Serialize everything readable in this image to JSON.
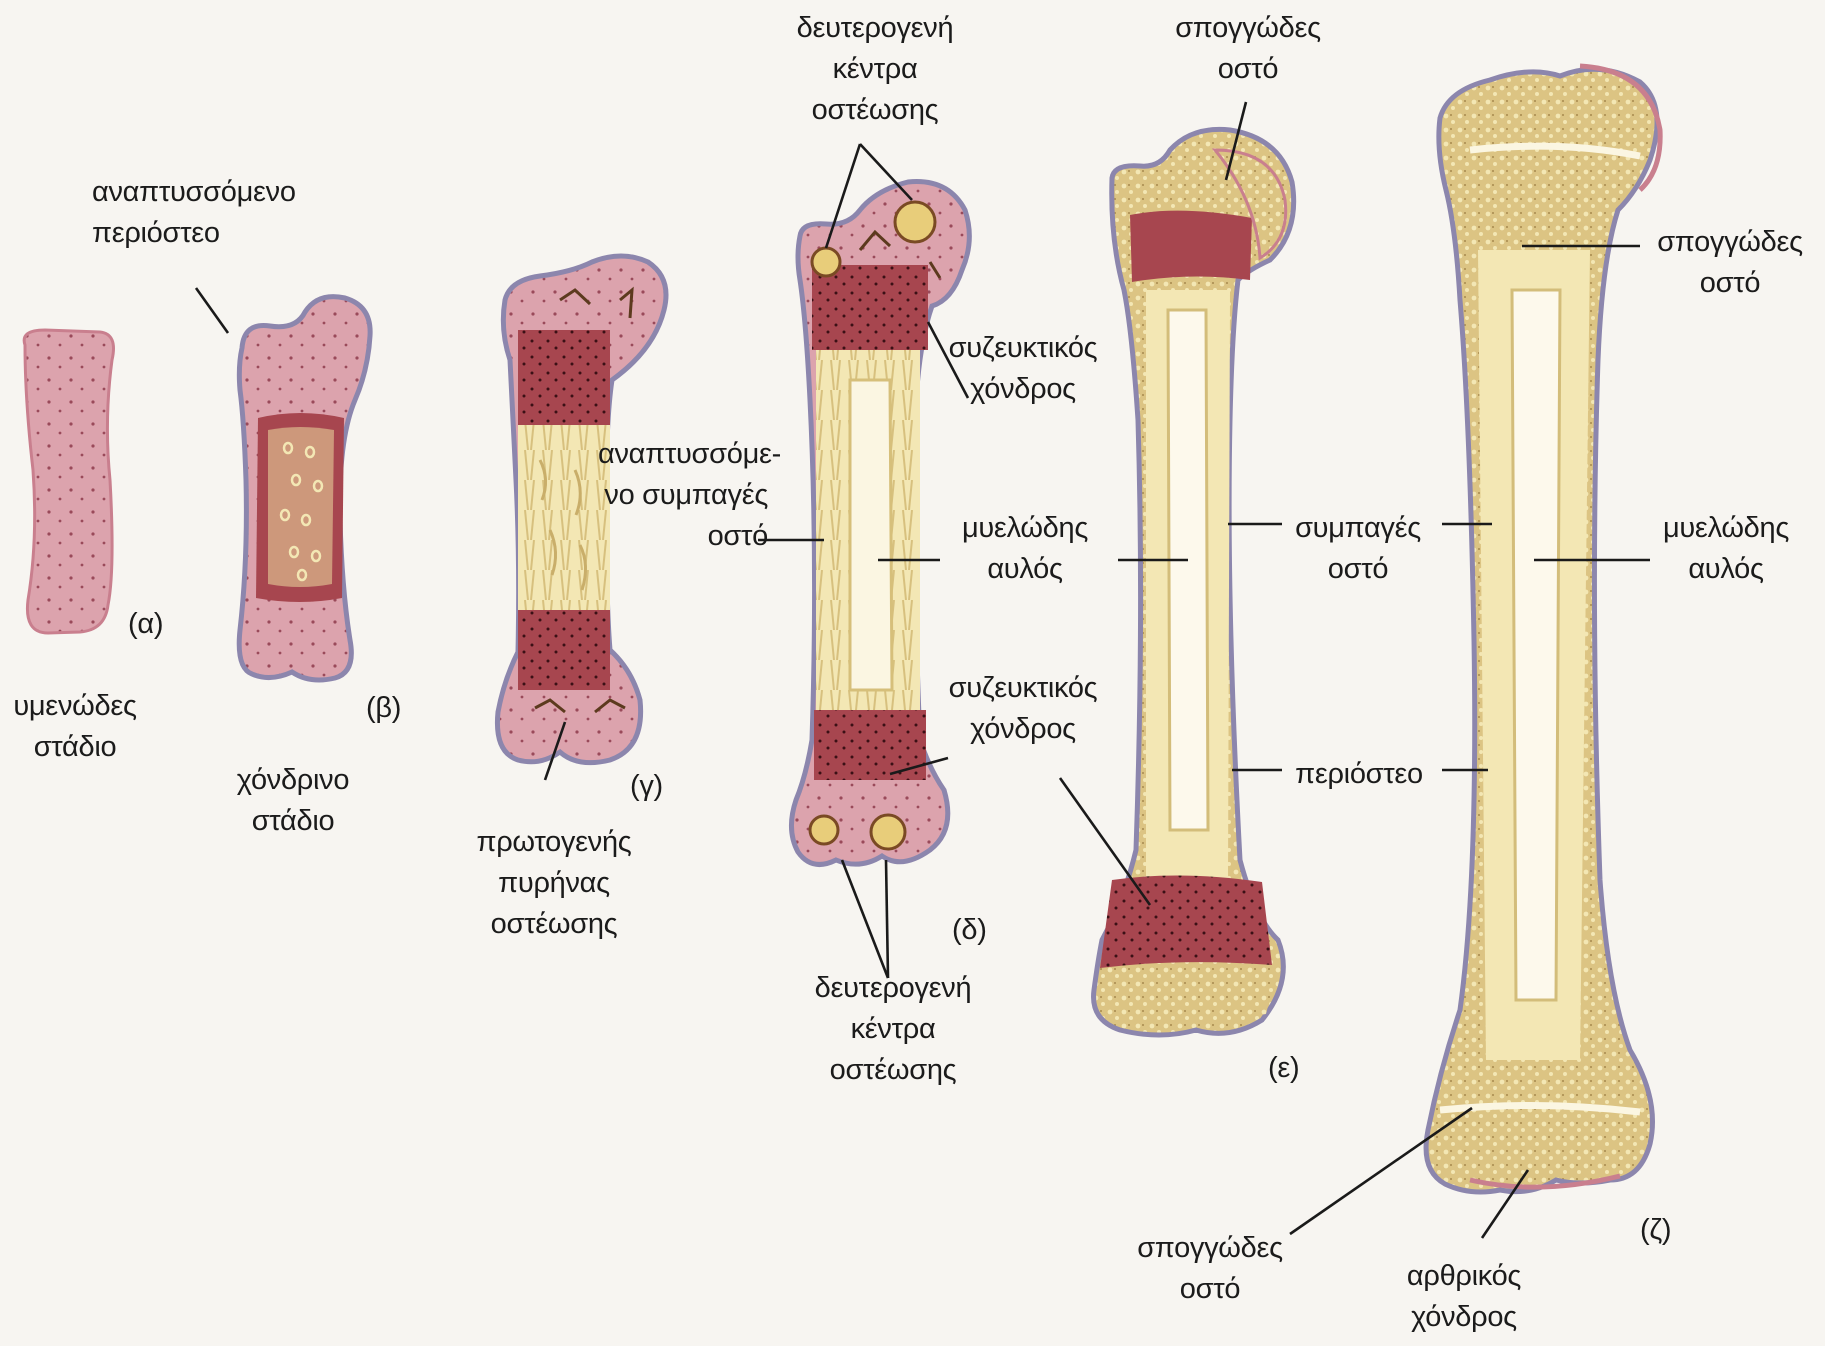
{
  "colors": {
    "background": "#f7f5f1",
    "cartilage": "#dca3ad",
    "cartilage_edge": "#c97f8e",
    "growth_plate": "#a7464f",
    "bone": "#f3e7b4",
    "spongy": "#dcc483",
    "periosteum": "#8c86ad",
    "label": "#1b1b1b"
  },
  "stage_tags": {
    "a": "(α)",
    "b": "(β)",
    "g": "(γ)",
    "d": "(δ)",
    "e": "(ε)",
    "z": "(ζ)"
  },
  "labels": {
    "membranous_stage": [
      "υμενώδες",
      "στάδιο"
    ],
    "developing_periosteum": [
      "αναπτυσσόμενο",
      "περιόστεο"
    ],
    "cartilage_stage": [
      "χόνδρινο",
      "στάδιο"
    ],
    "primary_center": [
      "πρωτογενής",
      "πυρήνας",
      "οστέωσης"
    ],
    "secondary_centers_top": [
      "δευτερογενή",
      "κέντρα",
      "οστέωσης"
    ],
    "secondary_centers_bottom": [
      "δευτερογενή",
      "κέντρα",
      "οστέωσης"
    ],
    "epiphyseal_cartilage_top": [
      "συζευκτικός",
      "χόνδρος"
    ],
    "epiphyseal_cartilage_bottom": [
      "συζευκτικός",
      "χόνδρος"
    ],
    "developing_compact": [
      "αναπτυσσόμε-",
      "νο συμπαγές",
      "οστό"
    ],
    "marrow_cavity_mid": [
      "μυελώδης",
      "αυλός"
    ],
    "spongy_top_e": [
      "σπογγώδες",
      "οστό"
    ],
    "compact_bone": [
      "συμπαγές",
      "οστό"
    ],
    "periosteum": [
      "περιόστεο"
    ],
    "spongy_right": [
      "σπογγώδες",
      "οστό"
    ],
    "marrow_cavity_right": [
      "μυελώδης",
      "αυλός"
    ],
    "spongy_bottom": [
      "σπογγώδες",
      "οστό"
    ],
    "articular_cartilage": [
      "αρθρικός",
      "χόνδρος"
    ]
  }
}
